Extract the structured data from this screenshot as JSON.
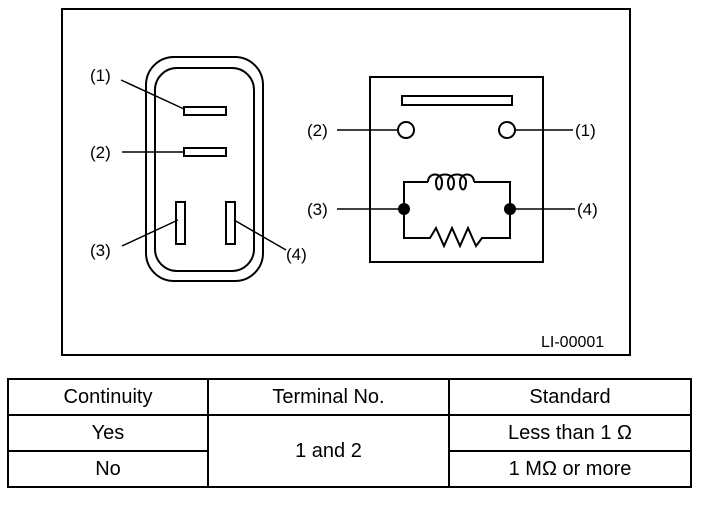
{
  "diagram": {
    "connector_labels": {
      "t1": "(1)",
      "t2": "(2)",
      "t3": "(3)",
      "t4": "(4)"
    },
    "schematic_labels": {
      "t1": "(1)",
      "t2": "(2)",
      "t3": "(3)",
      "t4": "(4)"
    },
    "figure_code": "LI-00001"
  },
  "table": {
    "headers": [
      "Continuity",
      "Terminal No.",
      "Standard"
    ],
    "rows": [
      {
        "continuity": "Yes",
        "terminal": "1 and 2",
        "standard": "Less than 1 Ω"
      },
      {
        "continuity": "No",
        "standard": "1 MΩ or more"
      }
    ]
  }
}
